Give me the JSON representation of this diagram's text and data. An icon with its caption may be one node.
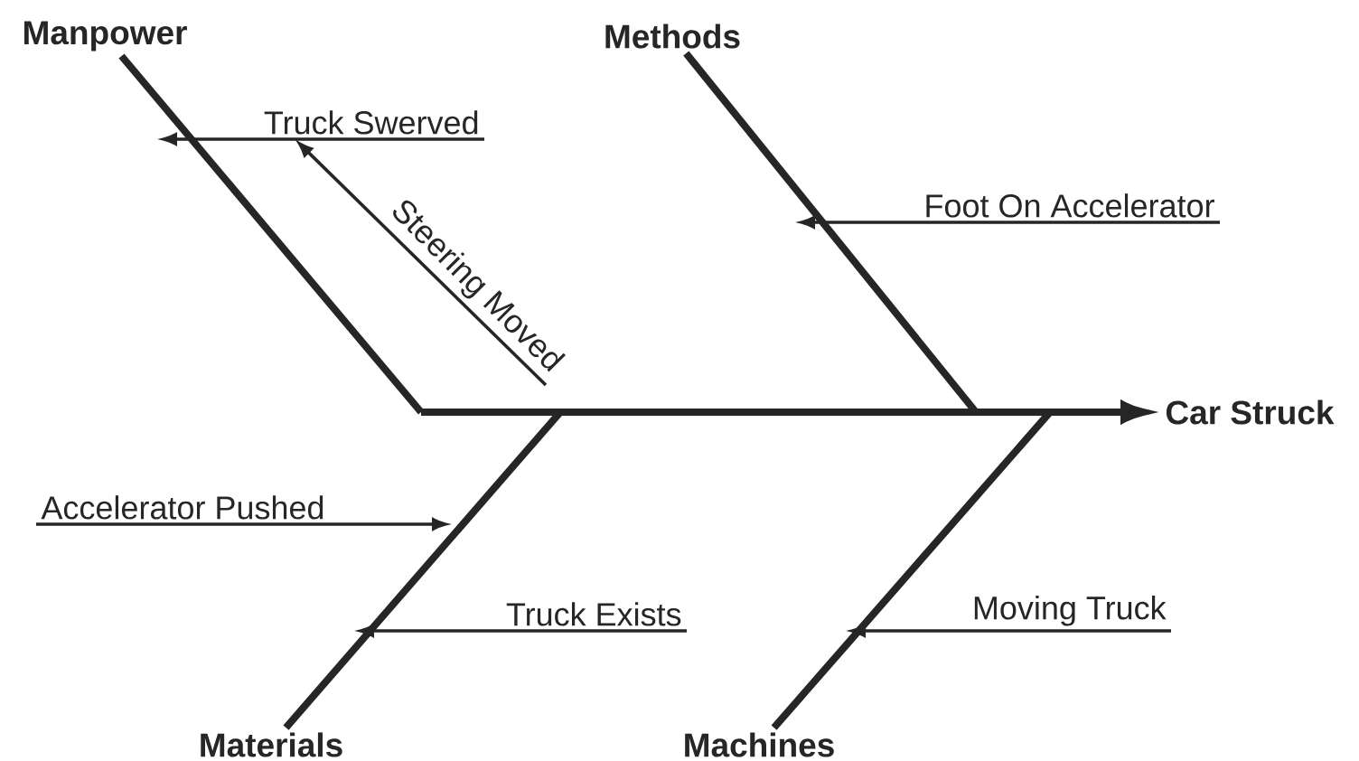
{
  "diagram": {
    "nodes": [
      {
        "text": [
          "Manpower"
        ]
      },
      {
        "text": [
          "Methods"
        ]
      },
      {
        "text": [
          "Car Struck"
        ]
      },
      {
        "text": [
          "Materials"
        ]
      },
      {
        "text": [
          "Machines"
        ]
      },
      {
        "text": [
          "Truck Swerved"
        ]
      },
      {
        "text": [
          "Steering Moved"
        ]
      },
      {
        "text": [
          "Foot On Accelerator"
        ]
      },
      {
        "text": [
          "Accelerator Pushed"
        ]
      },
      {
        "text": [
          "Truck Exists"
        ]
      },
      {
        "text": [
          "Moving Truck"
        ]
      }
    ],
    "edges": [
      {
        "from": null,
        "to": 2,
        "arrow": "to",
        "style": "thick"
      },
      {
        "from": 0,
        "to": null,
        "arrow": "none",
        "style": "thick"
      },
      {
        "from": 1,
        "to": null,
        "arrow": "none",
        "style": "thick"
      },
      {
        "from": 3,
        "to": null,
        "arrow": "none",
        "style": "thick"
      },
      {
        "from": 4,
        "to": null,
        "arrow": "none",
        "style": "thick"
      },
      {
        "from": 5,
        "to": null,
        "arrow": "to"
      },
      {
        "from": 6,
        "to": 5,
        "arrow": "to"
      },
      {
        "from": 7,
        "to": null,
        "arrow": "to"
      },
      {
        "from": 8,
        "to": null,
        "arrow": "to"
      },
      {
        "from": 9,
        "to": null,
        "arrow": "to"
      },
      {
        "from": 10,
        "to": null,
        "arrow": "to"
      }
    ]
  }
}
